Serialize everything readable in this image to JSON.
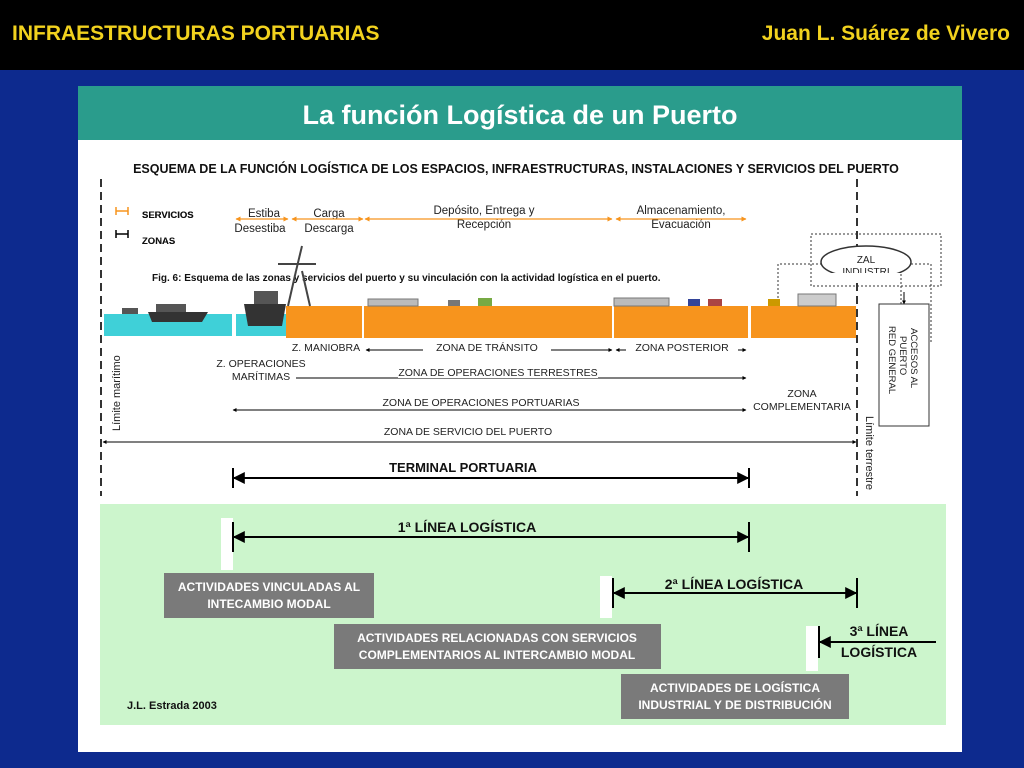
{
  "header": {
    "left_title": "INFRAESTRUCTURAS PORTUARIAS",
    "right_title": "Juan L. Suárez de Vivero"
  },
  "slide": {
    "title": "La función Logística de un Puerto",
    "scheme_title": "ESQUEMA DE LA FUNCIÓN LOGÍSTICA DE LOS ESPACIOS, INFRAESTRUCTURAS, INSTALACIONES Y SERVICIOS DEL PUERTO",
    "legend_services": "SERVICIOS",
    "legend_zones": "ZONAS",
    "service_estiba": "Estiba",
    "service_desestiba": "Desestiba",
    "service_carga": "Carga",
    "service_descarga": "Descarga",
    "service_deposito_1": "Depósito, Entrega y",
    "service_deposito_2": "Recepción",
    "service_almac_1": "Almacenamiento,",
    "service_almac_2": "Evacuación",
    "zal_1": "ZAL",
    "zal_2": "INDUSTRI",
    "fig_caption": "Fig. 6: Esquema de las zonas y servicios del puerto y su vinculación con la actividad logística en el puerto.",
    "zona_maniobra": "Z. MANIOBRA",
    "zona_transito": "ZONA DE TRÁNSITO",
    "zona_posterior": "ZONA POSTERIOR",
    "zona_op_maritimas_1": "Z. OPERACIONES",
    "zona_op_maritimas_2": "MARÍTIMAS",
    "zona_op_terrestres": "ZONA DE OPERACIONES TERRESTRES",
    "zona_op_portuarias": "ZONA DE OPERACIONES PORTUARIAS",
    "zona_complementaria_1": "ZONA",
    "zona_complementaria_2": "COMPLEMENTARIA",
    "zona_servicio": "ZONA DE SERVICIO DEL PUERTO",
    "limite_maritimo": "Límite marítimo",
    "limite_terrestre": "Límite terrestre",
    "accesos_1": "ACCESOS AL",
    "accesos_2": "PUERTO",
    "accesos_3": "RED GENERAL",
    "terminal": "TERMINAL PORTUARIA",
    "linea_1": "1ª LÍNEA LOGÍSTICA",
    "linea_2": "2ª LÍNEA LOGÍSTICA",
    "linea_3a": "3ª LÍNEA",
    "linea_3b": "LOGÍSTICA",
    "act_1a": "ACTIVIDADES VINCULADAS AL",
    "act_1b": "INTECAMBIO MODAL",
    "act_2a": "ACTIVIDADES RELACIONADAS CON SERVICIOS",
    "act_2b": "COMPLEMENTARIOS AL INTERCAMBIO MODAL",
    "act_3a": "ACTIVIDADES DE LOGÍSTICA",
    "act_3b": "INDUSTRIAL Y DE DISTRIBUCIÓN",
    "credit": "J.L. Estrada 2003"
  },
  "colors": {
    "background": "#0d2a8e",
    "title_bar": "#2a9c8c",
    "header_text": "#f2d21e",
    "quay": "#f7941d",
    "sea": "#3fd0d8",
    "logistics_panel": "#ccf5cc",
    "activity_box": "#7a7a7a"
  }
}
